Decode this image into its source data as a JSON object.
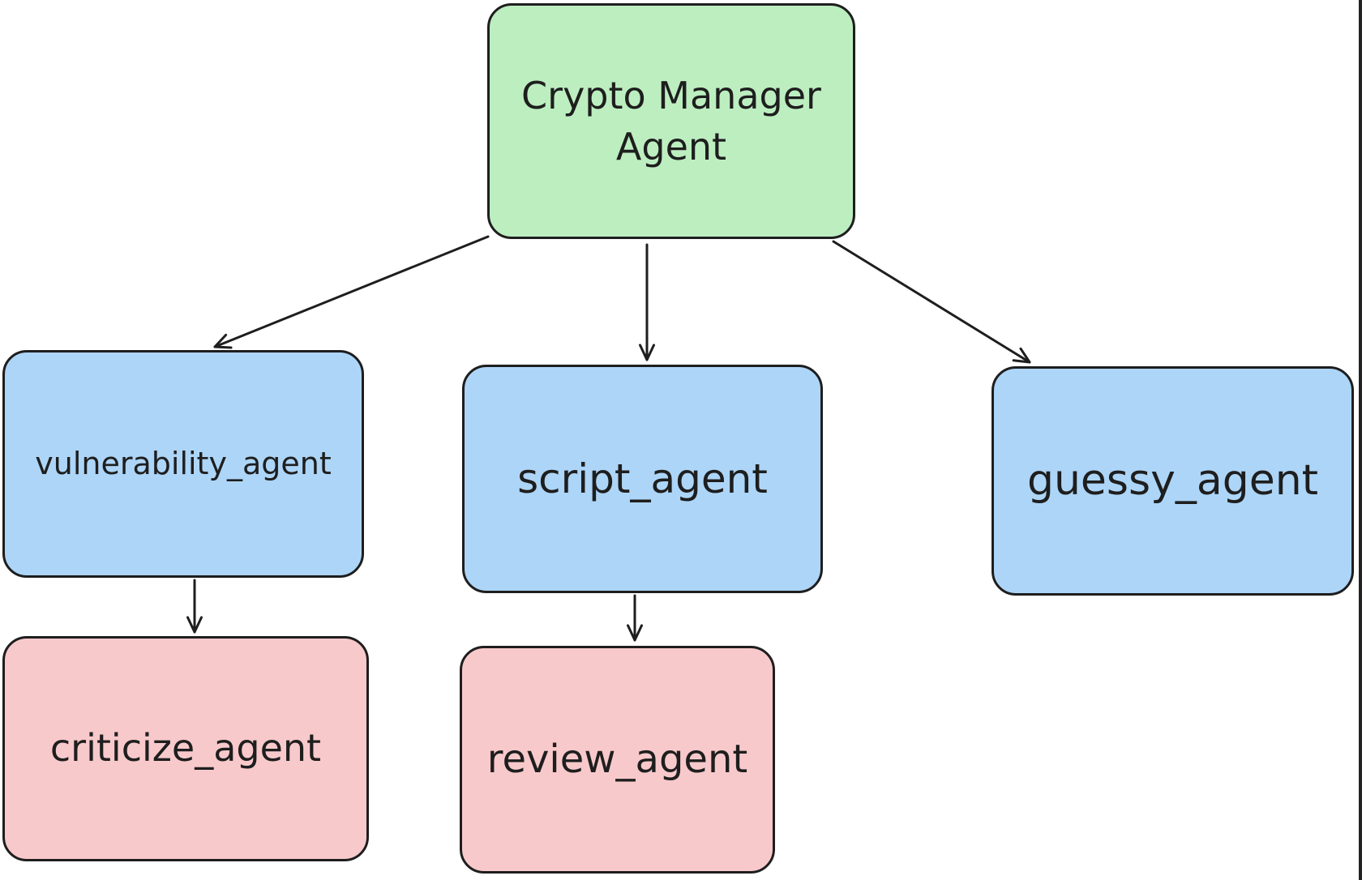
{
  "canvas": {
    "background_color": "#ffffff",
    "right_edge_bar_color": "#222222",
    "stroke_color": "#1e1e1e"
  },
  "colors": {
    "manager_fill": "#bdeec0",
    "agent_fill": "#add5f7",
    "sub_agent_fill": "#f8c9cb",
    "outline": "#1e1e1e"
  },
  "nodes": {
    "crypto_manager": {
      "label": "Crypto Manager Agent",
      "role": "root",
      "fill": "#bdeec0"
    },
    "vulnerability": {
      "label": "vulnerability_agent",
      "role": "child",
      "fill": "#add5f7"
    },
    "script": {
      "label": "script_agent",
      "role": "child",
      "fill": "#add5f7"
    },
    "guessy": {
      "label": "guessy_agent",
      "role": "child",
      "fill": "#add5f7"
    },
    "criticize": {
      "label": "criticize_agent",
      "role": "grandchild",
      "fill": "#f8c9cb"
    },
    "review": {
      "label": "review_agent",
      "role": "grandchild",
      "fill": "#f8c9cb"
    }
  },
  "edges": [
    {
      "from": "crypto_manager",
      "to": "vulnerability"
    },
    {
      "from": "crypto_manager",
      "to": "script"
    },
    {
      "from": "crypto_manager",
      "to": "guessy"
    },
    {
      "from": "vulnerability",
      "to": "criticize"
    },
    {
      "from": "script",
      "to": "review"
    }
  ]
}
